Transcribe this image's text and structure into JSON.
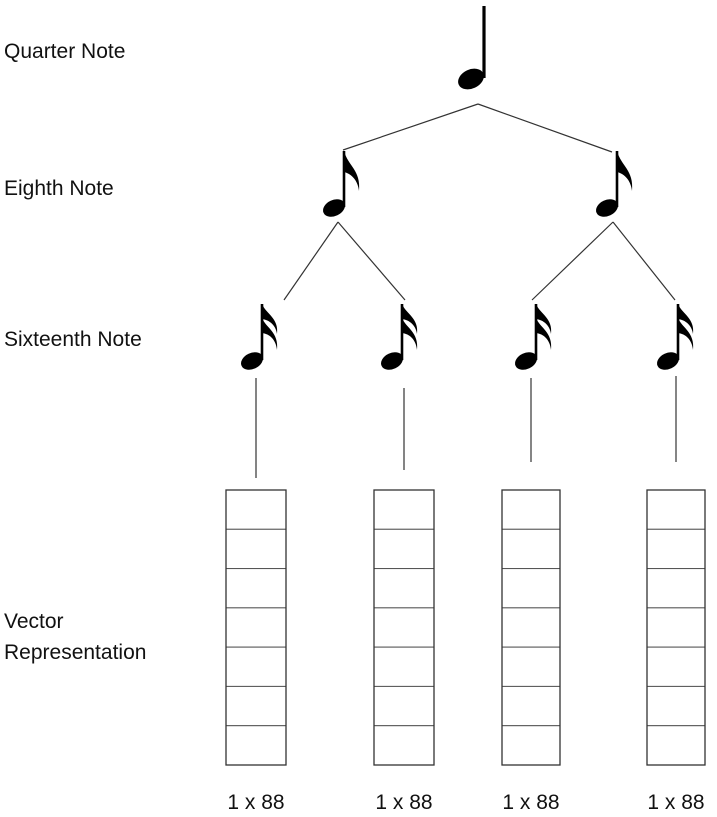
{
  "labels": {
    "quarter": "Quarter Note",
    "eighth": "Eighth Note",
    "sixteenth": "Sixteenth Note",
    "vector_line1": "Vector",
    "vector_line2": "Representation"
  },
  "vectors": [
    {
      "dimension": "1 x 88",
      "cells": 7
    },
    {
      "dimension": "1 x 88",
      "cells": 7
    },
    {
      "dimension": "1 x 88",
      "cells": 7
    },
    {
      "dimension": "1 x 88",
      "cells": 7
    }
  ],
  "icons": {
    "quarter": "quarter-note-icon",
    "eighth": "eighth-note-icon",
    "sixteenth": "sixteenth-note-icon"
  }
}
